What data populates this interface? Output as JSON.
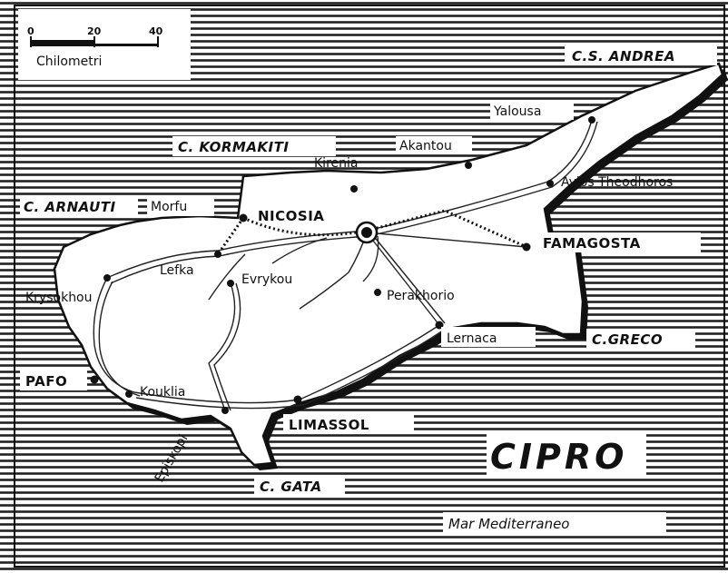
{
  "title": "CIPRO",
  "sea": "Mar Mediterraneo",
  "scale": {
    "ticks": [
      "0",
      "20",
      "40"
    ],
    "unit": "Chilometri"
  },
  "capes": {
    "andrea": "C.S. ANDREA",
    "kormakiti": "C. KORMAKITI",
    "arnauti": "C. ARNAUTI",
    "greco": "C.GRECO",
    "gata": "C. GATA"
  },
  "towns": {
    "nicosia": "NICOSIA",
    "famagosta": "FAMAGOSTA",
    "limassol": "LIMASSOL",
    "pafo": "PAFO",
    "yalousa": "Yalousa",
    "akanthou": "Akantou",
    "kirenia": "Kirenia",
    "ayios": "Ayios Theodhoros",
    "morfu": "Morfu",
    "lefka": "Lefka",
    "evrykou": "Evrykou",
    "krysokhou": "Krysokhou",
    "perakhorio": "Perakhorio",
    "lernaca": "Lernaca",
    "kouklia": "Kouklia",
    "episkopi": "Episkopi"
  },
  "colors": {
    "ink": "#111111",
    "paper": "#ffffff"
  }
}
